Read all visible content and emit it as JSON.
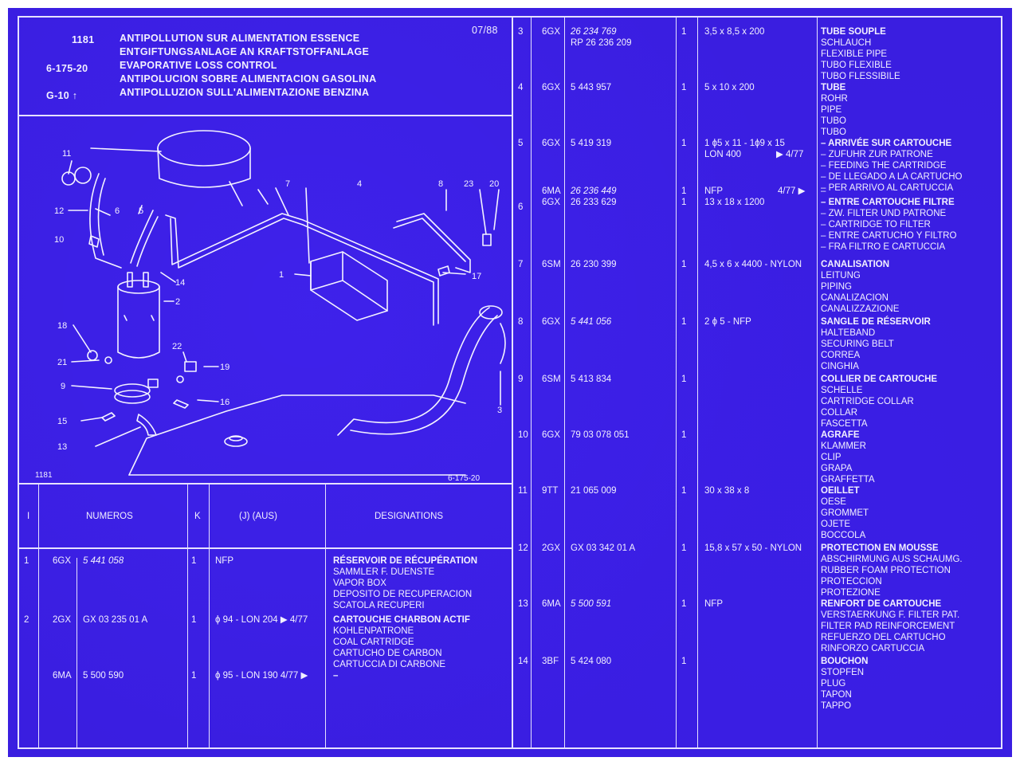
{
  "header": {
    "catalog": "1181",
    "ref": "6-175-20",
    "group": "G-10",
    "date": "07/88",
    "titles": [
      "ANTIPOLLUTION SUR ALIMENTATION ESSENCE",
      "ENTGIFTUNGSANLAGE AN KRAFTSTOFFANLAGE",
      "EVAPORATIVE LOSS CONTROL",
      "ANTIPOLUCION SOBRE ALIMENTACION GASOLINA",
      "ANTIPOLLUZION SULL'ALIMENTAZIONE BENZINA"
    ]
  },
  "diagram": {
    "footer_left": "1181",
    "footer_right": "6-175-20",
    "callouts": [
      "11",
      "12",
      "6",
      "5",
      "10",
      "7",
      "4",
      "8",
      "23",
      "20",
      "1",
      "17",
      "14",
      "2",
      "18",
      "21",
      "22",
      "19",
      "9",
      "16",
      "15",
      "13",
      "3"
    ]
  },
  "columns": {
    "i": "I",
    "numeros": "NUMEROS",
    "k": "K",
    "j": "(J) (AUS)",
    "designations": "DESIGNATIONS"
  },
  "parts_left": [
    {
      "idx": "1",
      "prefix": "6GX",
      "number": "5 441 058",
      "italic": true,
      "k": "1",
      "j": "NFP",
      "designation": [
        "RÉSERVOIR  DE RÉCUPÉRATION",
        "SAMMLER F. DUENSTE",
        "VAPOR BOX",
        "DEPOSITO DE RECUPERACION",
        "SCATOLA RECUPERI"
      ]
    },
    {
      "idx": "2",
      "prefix": "2GX",
      "number": "GX 03 235 01 A",
      "italic": false,
      "k": "1",
      "j": "ϕ 94 - LON 204 ▶ 4/77",
      "designation": [
        "CARTOUCHE CHARBON ACTIF",
        "KOHLENPATRONE",
        "COAL CARTRIDGE",
        "CARTUCHO DE CARBON",
        "CARTUCCIA DI CARBONE"
      ]
    },
    {
      "idx": "",
      "prefix": "6MA",
      "number": "5 500 590",
      "italic": false,
      "k": "1",
      "j": "ϕ 95 - LON 190 4/77 ▶",
      "designation": [
        "–"
      ]
    }
  ],
  "parts_right": [
    {
      "idx": "3",
      "prefix": "6GX",
      "number": "26 234 769",
      "number2": "RP 26 236 209",
      "italic": true,
      "k": "1",
      "j": "3,5 x 8,5 x 200",
      "designation": [
        "TUBE SOUPLE",
        "SCHLAUCH",
        "FLEXIBLE PIPE",
        "TUBO FLEXIBLE",
        "TUBO FLESSIBILE"
      ]
    },
    {
      "idx": "4",
      "prefix": "6GX",
      "number": "5 443 957",
      "italic": false,
      "k": "1",
      "j": "5 x 10 x 200",
      "designation": [
        "TUBE",
        "ROHR",
        "PIPE",
        "TUBO",
        "TUBO"
      ]
    },
    {
      "idx": "5",
      "prefix": "6GX",
      "number": "5 419 319",
      "italic": false,
      "k": "1",
      "j": "1 ϕ5 x 11 - 1ϕ9 x 15",
      "j2": "LON 400",
      "j3": "▶ 4/77",
      "designation": [
        "– ARRIVÉE SUR CARTOUCHE",
        "– ZUFUHR ZUR PATRONE",
        "– FEEDING THE CARTRIDGE",
        "– DE LLEGADO A LA CARTUCHO",
        "– PER ARRIVO AL CARTUCCIA"
      ]
    },
    {
      "idx": "6",
      "prefix": "6MA",
      "number": "26 236 449",
      "prefix2": "6GX",
      "number2": "26 233 629",
      "italic": true,
      "k": "1",
      "k2": "1",
      "j": "NFP",
      "j_date": "4/77 ▶",
      "j2": "13 x 18 x 1200",
      "designation": [
        "–",
        "– ENTRE CARTOUCHE FILTRE",
        "– ZW. FILTER UND PATRONE",
        "– CARTRIDGE TO FILTER",
        "– ENTRE CARTUCHO Y FILTRO",
        "– FRA FILTRO E CARTUCCIA"
      ]
    },
    {
      "idx": "7",
      "prefix": "6SM",
      "number": "26 230 399",
      "italic": false,
      "k": "1",
      "j": "4,5 x 6 x 4400 - NYLON",
      "designation": [
        "CANALISATION",
        "LEITUNG",
        "PIPING",
        "CANALIZACION",
        "CANALIZZAZIONE"
      ]
    },
    {
      "idx": "8",
      "prefix": "6GX",
      "number": "5 441 056",
      "italic": true,
      "k": "1",
      "j": "2 ϕ 5 - NFP",
      "designation": [
        "SANGLE DE RÉSERVOIR",
        "HALTEBAND",
        "SECURING BELT",
        "CORREA",
        "CINGHIA"
      ]
    },
    {
      "idx": "9",
      "prefix": "6SM",
      "number": "5 413 834",
      "italic": false,
      "k": "1",
      "j": "",
      "designation": [
        "COLLIER DE CARTOUCHE",
        "SCHELLE",
        "CARTRIDGE COLLAR",
        "COLLAR",
        "FASCETTA"
      ]
    },
    {
      "idx": "10",
      "prefix": "6GX",
      "number": "79 03 078 051",
      "italic": false,
      "k": "1",
      "j": "",
      "designation": [
        "AGRAFE",
        "KLAMMER",
        "CLIP",
        "GRAPA",
        "GRAFFETTA"
      ]
    },
    {
      "idx": "11",
      "prefix": "9TT",
      "number": "21 065 009",
      "italic": false,
      "k": "1",
      "j": "30 x 38 x 8",
      "designation": [
        "OEILLET",
        "OESE",
        "GROMMET",
        "OJETE",
        "BOCCOLA"
      ]
    },
    {
      "idx": "12",
      "prefix": "2GX",
      "number": "GX 03 342 01 A",
      "italic": false,
      "k": "1",
      "j": "15,8 x 57 x 50 - NYLON",
      "designation": [
        "PROTECTION EN MOUSSE",
        "ABSCHIRMUNG AUS SCHAUMG.",
        "RUBBER FOAM PROTECTION",
        "PROTECCION",
        "PROTEZIONE"
      ]
    },
    {
      "idx": "13",
      "prefix": "6MA",
      "number": "5 500 591",
      "italic": true,
      "k": "1",
      "j": "NFP",
      "designation": [
        "RENFORT DE CARTOUCHE",
        "VERSTAERKUNG F. FILTER PAT.",
        "FILTER PAD REINFORCEMENT",
        "REFUERZO DEL CARTUCHO",
        "RINFORZO CARTUCCIA"
      ]
    },
    {
      "idx": "14",
      "prefix": "3BF",
      "number": "5 424 080",
      "italic": false,
      "k": "1",
      "j": "",
      "designation": [
        "BOUCHON",
        "STOPFEN",
        "PLUG",
        "TAPON",
        "TAPPO"
      ]
    }
  ],
  "colors": {
    "sheet": "#3a1ee0",
    "ink": "#f2f0ff"
  }
}
